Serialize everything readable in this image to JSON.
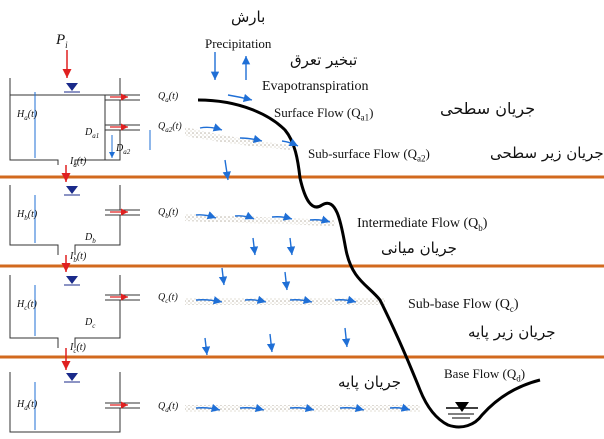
{
  "input": {
    "label": "P",
    "sub": "i"
  },
  "atmosphere": {
    "precipitation_fa": "بارش",
    "precipitation_en": "Precipitation",
    "evapo_fa": "تبخیر تعرق",
    "evapo_en": "Evapotranspiration"
  },
  "flows": {
    "surface_en": "Surface Flow (Q",
    "surface_sub": "a1",
    "surface_fa": "جریان سطحی",
    "subsurface_en": "Sub-surface Flow (Q",
    "subsurface_sub": "a2",
    "subsurface_fa": "جریان زیر سطحی",
    "intermediate_en": "Intermediate Flow (Q",
    "intermediate_sub": "b",
    "intermediate_fa": "جریان میانی",
    "subbase_en": "Sub-base Flow (Q",
    "subbase_sub": "c",
    "subbase_fa": "جریان زیر پایه",
    "base_en": "Base Flow (Q",
    "base_sub": "d",
    "base_fa": "جریان پایه",
    "close": ")"
  },
  "tanks": {
    "ha": "H",
    "ha_sub": "a",
    "ha_t": "(t)",
    "hb": "H",
    "hb_sub": "b",
    "hb_t": "(t)",
    "hc": "H",
    "hc_sub": "c",
    "hc_t": "(t)",
    "hd": "H",
    "hd_sub": "d",
    "hd_t": "(t)",
    "da1": "D",
    "da1_sub": "a1",
    "da2": "D",
    "da2_sub": "a2",
    "db": "D",
    "db_sub": "b",
    "dc": "D",
    "dc_sub": "c",
    "ia": "I",
    "ia_sub": "a",
    "ia_t": "(t)",
    "ib": "I",
    "ib_sub": "b",
    "ib_t": "(t)",
    "ic": "I",
    "ic_sub": "c",
    "ic_t": "(t)",
    "qa1": "Q",
    "qa1_sub": "a",
    "qa1_t": "(t)",
    "qa2": "Q",
    "qa2_sub": "a2",
    "qa2_t": "(t)",
    "qb": "Q",
    "qb_sub": "b",
    "qb_t": "(t)",
    "qc": "Q",
    "qc_sub": "c",
    "qc_t": "(t)",
    "qd": "Q",
    "qd_sub": "d",
    "qd_t": "(t)"
  },
  "colors": {
    "layer_line": "#d2691e",
    "arrow_blue": "#1f6fd6",
    "arrow_red": "#e02020",
    "water_marker": "#1a2a8a",
    "ground": "#000000"
  }
}
